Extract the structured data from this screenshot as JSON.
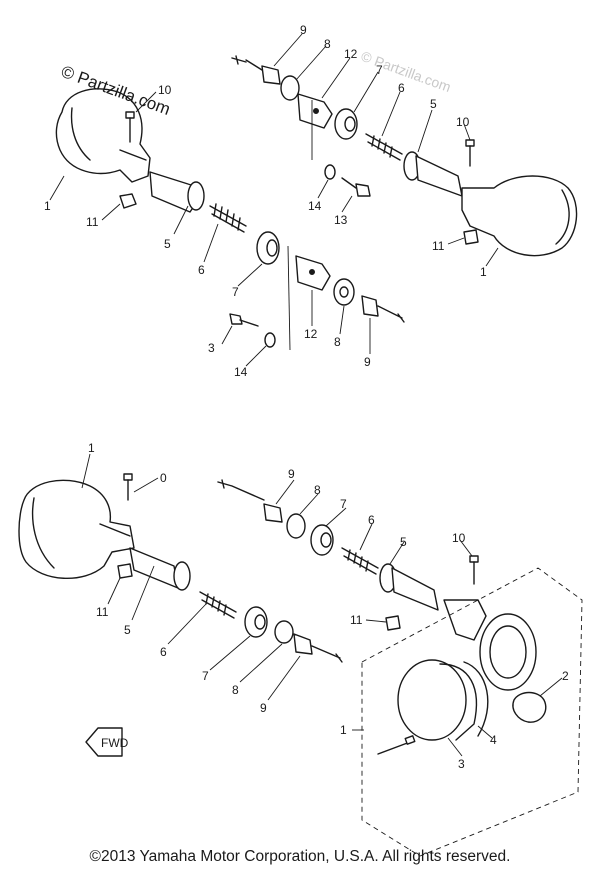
{
  "watermark": {
    "main": "© Partzilla.com",
    "faint": "© Partzilla.com"
  },
  "labels": {
    "a1": "1",
    "a10": "10",
    "a11": "11",
    "a5": "5",
    "a6": "6",
    "a7": "7",
    "a12": "12",
    "a8": "8",
    "a9": "9",
    "a3": "3",
    "a14": "14",
    "b9": "9",
    "b8": "8",
    "b12": "12",
    "b7": "7",
    "b6": "6",
    "b5": "5",
    "b10": "10",
    "b14": "14",
    "b13": "13",
    "b11": "11",
    "b1": "1",
    "c1": "1",
    "c10": "0",
    "c11": "11",
    "c5": "5",
    "c6": "6",
    "c7": "7",
    "c8": "8",
    "c9": "9",
    "d9": "9",
    "d8": "8",
    "d7": "7",
    "d6": "6",
    "d5": "5",
    "d10": "10",
    "d11": "11",
    "d2": "2",
    "d4": "4",
    "d3": "3",
    "d1": "1"
  },
  "fwd_label": "FWD",
  "copyright": "©2013 Yamaha Motor Corporation, U.S.A. All rights reserved."
}
